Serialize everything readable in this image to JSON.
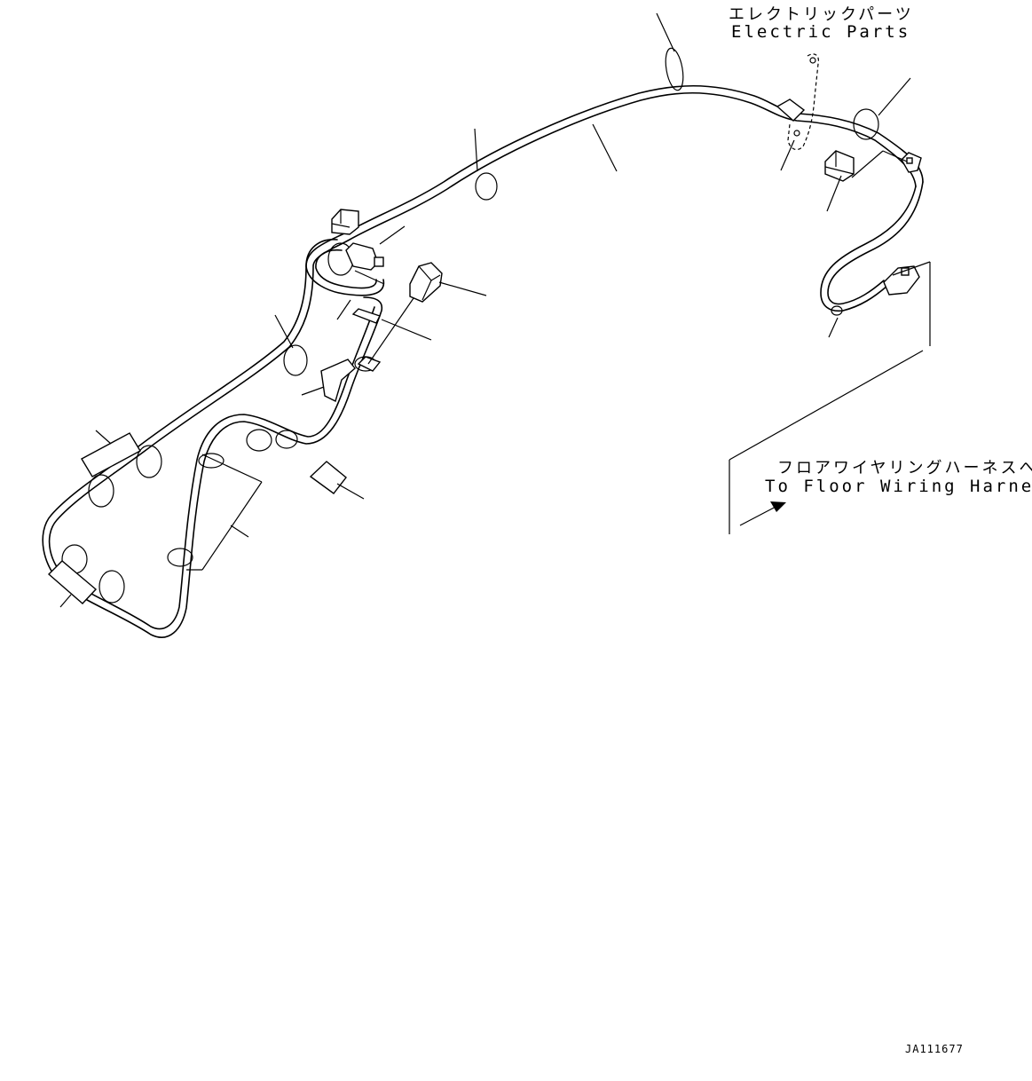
{
  "labels": {
    "electric_parts_jp": "エレクトリックパーツ",
    "electric_parts_en": "Electric Parts",
    "to_floor_harness_jp": "フロアワイヤリングハーネスへ",
    "to_floor_harness_en": "To Floor Wiring Harness",
    "drawing_ref": "JA111677"
  }
}
